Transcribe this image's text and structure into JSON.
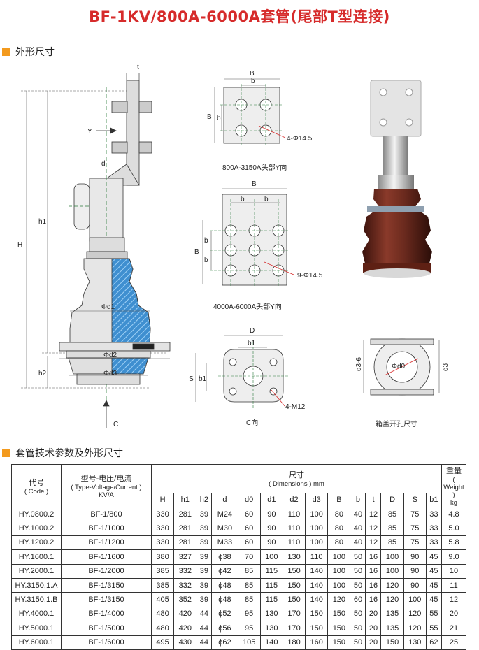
{
  "title": "BF-1KV/800A-6000A套管(尾部T型连接)",
  "section1": "外形尺寸",
  "section2": "套管技术参数及外形尺寸",
  "colors": {
    "title": "#d62b2b",
    "accent": "#f39a1e",
    "dashline": "#2a7a3a",
    "insulator": "#6b2a1e"
  },
  "diagram": {
    "labels": {
      "t": "t",
      "Y": "Y",
      "d": "d",
      "h1": "h1",
      "H": "H",
      "h2": "h2",
      "phid1": "Φd1",
      "phid2": "Φd2",
      "phid3": "Φd3",
      "C": "C",
      "B": "B",
      "b": "b",
      "D": "D",
      "S": "S",
      "b1": "b1",
      "d3": "d3",
      "d3_6": "d3-6",
      "phid0": "Φd0"
    },
    "hole1": "4-Φ14.5",
    "hole2": "9-Φ14.5",
    "hole3": "4-M12",
    "caption1": "800A-3150A头部Y向",
    "caption2": "4000A-6000A头部Y向",
    "caption3": "C向",
    "caption4": "箱盖开孔尺寸"
  },
  "table": {
    "code_header": "代号",
    "code_sub": "( Code )",
    "type_header": "型号-电压/电流",
    "type_sub": "( Type-Voltage/Current )",
    "type_unit": "KV/A",
    "dim_header": "尺寸",
    "dim_sub": "( Dimensions ) mm",
    "weight_header": "重量",
    "weight_sub": "( Weight )",
    "weight_unit": "kg",
    "dim_cols": [
      "H",
      "h1",
      "h2",
      "d",
      "d0",
      "d1",
      "d2",
      "d3",
      "B",
      "b",
      "t",
      "D",
      "S",
      "b1"
    ],
    "rows": [
      [
        "HY.0800.2",
        "BF-1/800",
        "330",
        "281",
        "39",
        "M24",
        "60",
        "90",
        "110",
        "100",
        "80",
        "40",
        "12",
        "85",
        "75",
        "33",
        "4.8"
      ],
      [
        "HY.1000.2",
        "BF-1/1000",
        "330",
        "281",
        "39",
        "M30",
        "60",
        "90",
        "110",
        "100",
        "80",
        "40",
        "12",
        "85",
        "75",
        "33",
        "5.0"
      ],
      [
        "HY.1200.2",
        "BF-1/1200",
        "330",
        "281",
        "39",
        "M33",
        "60",
        "90",
        "110",
        "100",
        "80",
        "40",
        "12",
        "85",
        "75",
        "33",
        "5.8"
      ],
      [
        "HY.1600.1",
        "BF-1/1600",
        "380",
        "327",
        "39",
        "ϕ38",
        "70",
        "100",
        "130",
        "110",
        "100",
        "50",
        "16",
        "100",
        "90",
        "45",
        "9.0"
      ],
      [
        "HY.2000.1",
        "BF-1/2000",
        "385",
        "332",
        "39",
        "ϕ42",
        "85",
        "115",
        "150",
        "140",
        "100",
        "50",
        "16",
        "100",
        "90",
        "45",
        "10"
      ],
      [
        "HY.3150.1.A",
        "BF-1/3150",
        "385",
        "332",
        "39",
        "ϕ48",
        "85",
        "115",
        "150",
        "140",
        "100",
        "50",
        "16",
        "120",
        "90",
        "45",
        "11"
      ],
      [
        "HY.3150.1.B",
        "BF-1/3150",
        "405",
        "352",
        "39",
        "ϕ48",
        "85",
        "115",
        "150",
        "140",
        "120",
        "60",
        "16",
        "120",
        "100",
        "45",
        "12"
      ],
      [
        "HY.4000.1",
        "BF-1/4000",
        "480",
        "420",
        "44",
        "ϕ52",
        "95",
        "130",
        "170",
        "150",
        "150",
        "50",
        "20",
        "135",
        "120",
        "55",
        "20"
      ],
      [
        "HY.5000.1",
        "BF-1/5000",
        "480",
        "420",
        "44",
        "ϕ56",
        "95",
        "130",
        "170",
        "150",
        "150",
        "50",
        "20",
        "135",
        "120",
        "55",
        "21"
      ],
      [
        "HY.6000.1",
        "BF-1/6000",
        "495",
        "430",
        "44",
        "ϕ62",
        "105",
        "140",
        "180",
        "160",
        "150",
        "50",
        "20",
        "150",
        "130",
        "62",
        "25"
      ]
    ]
  }
}
